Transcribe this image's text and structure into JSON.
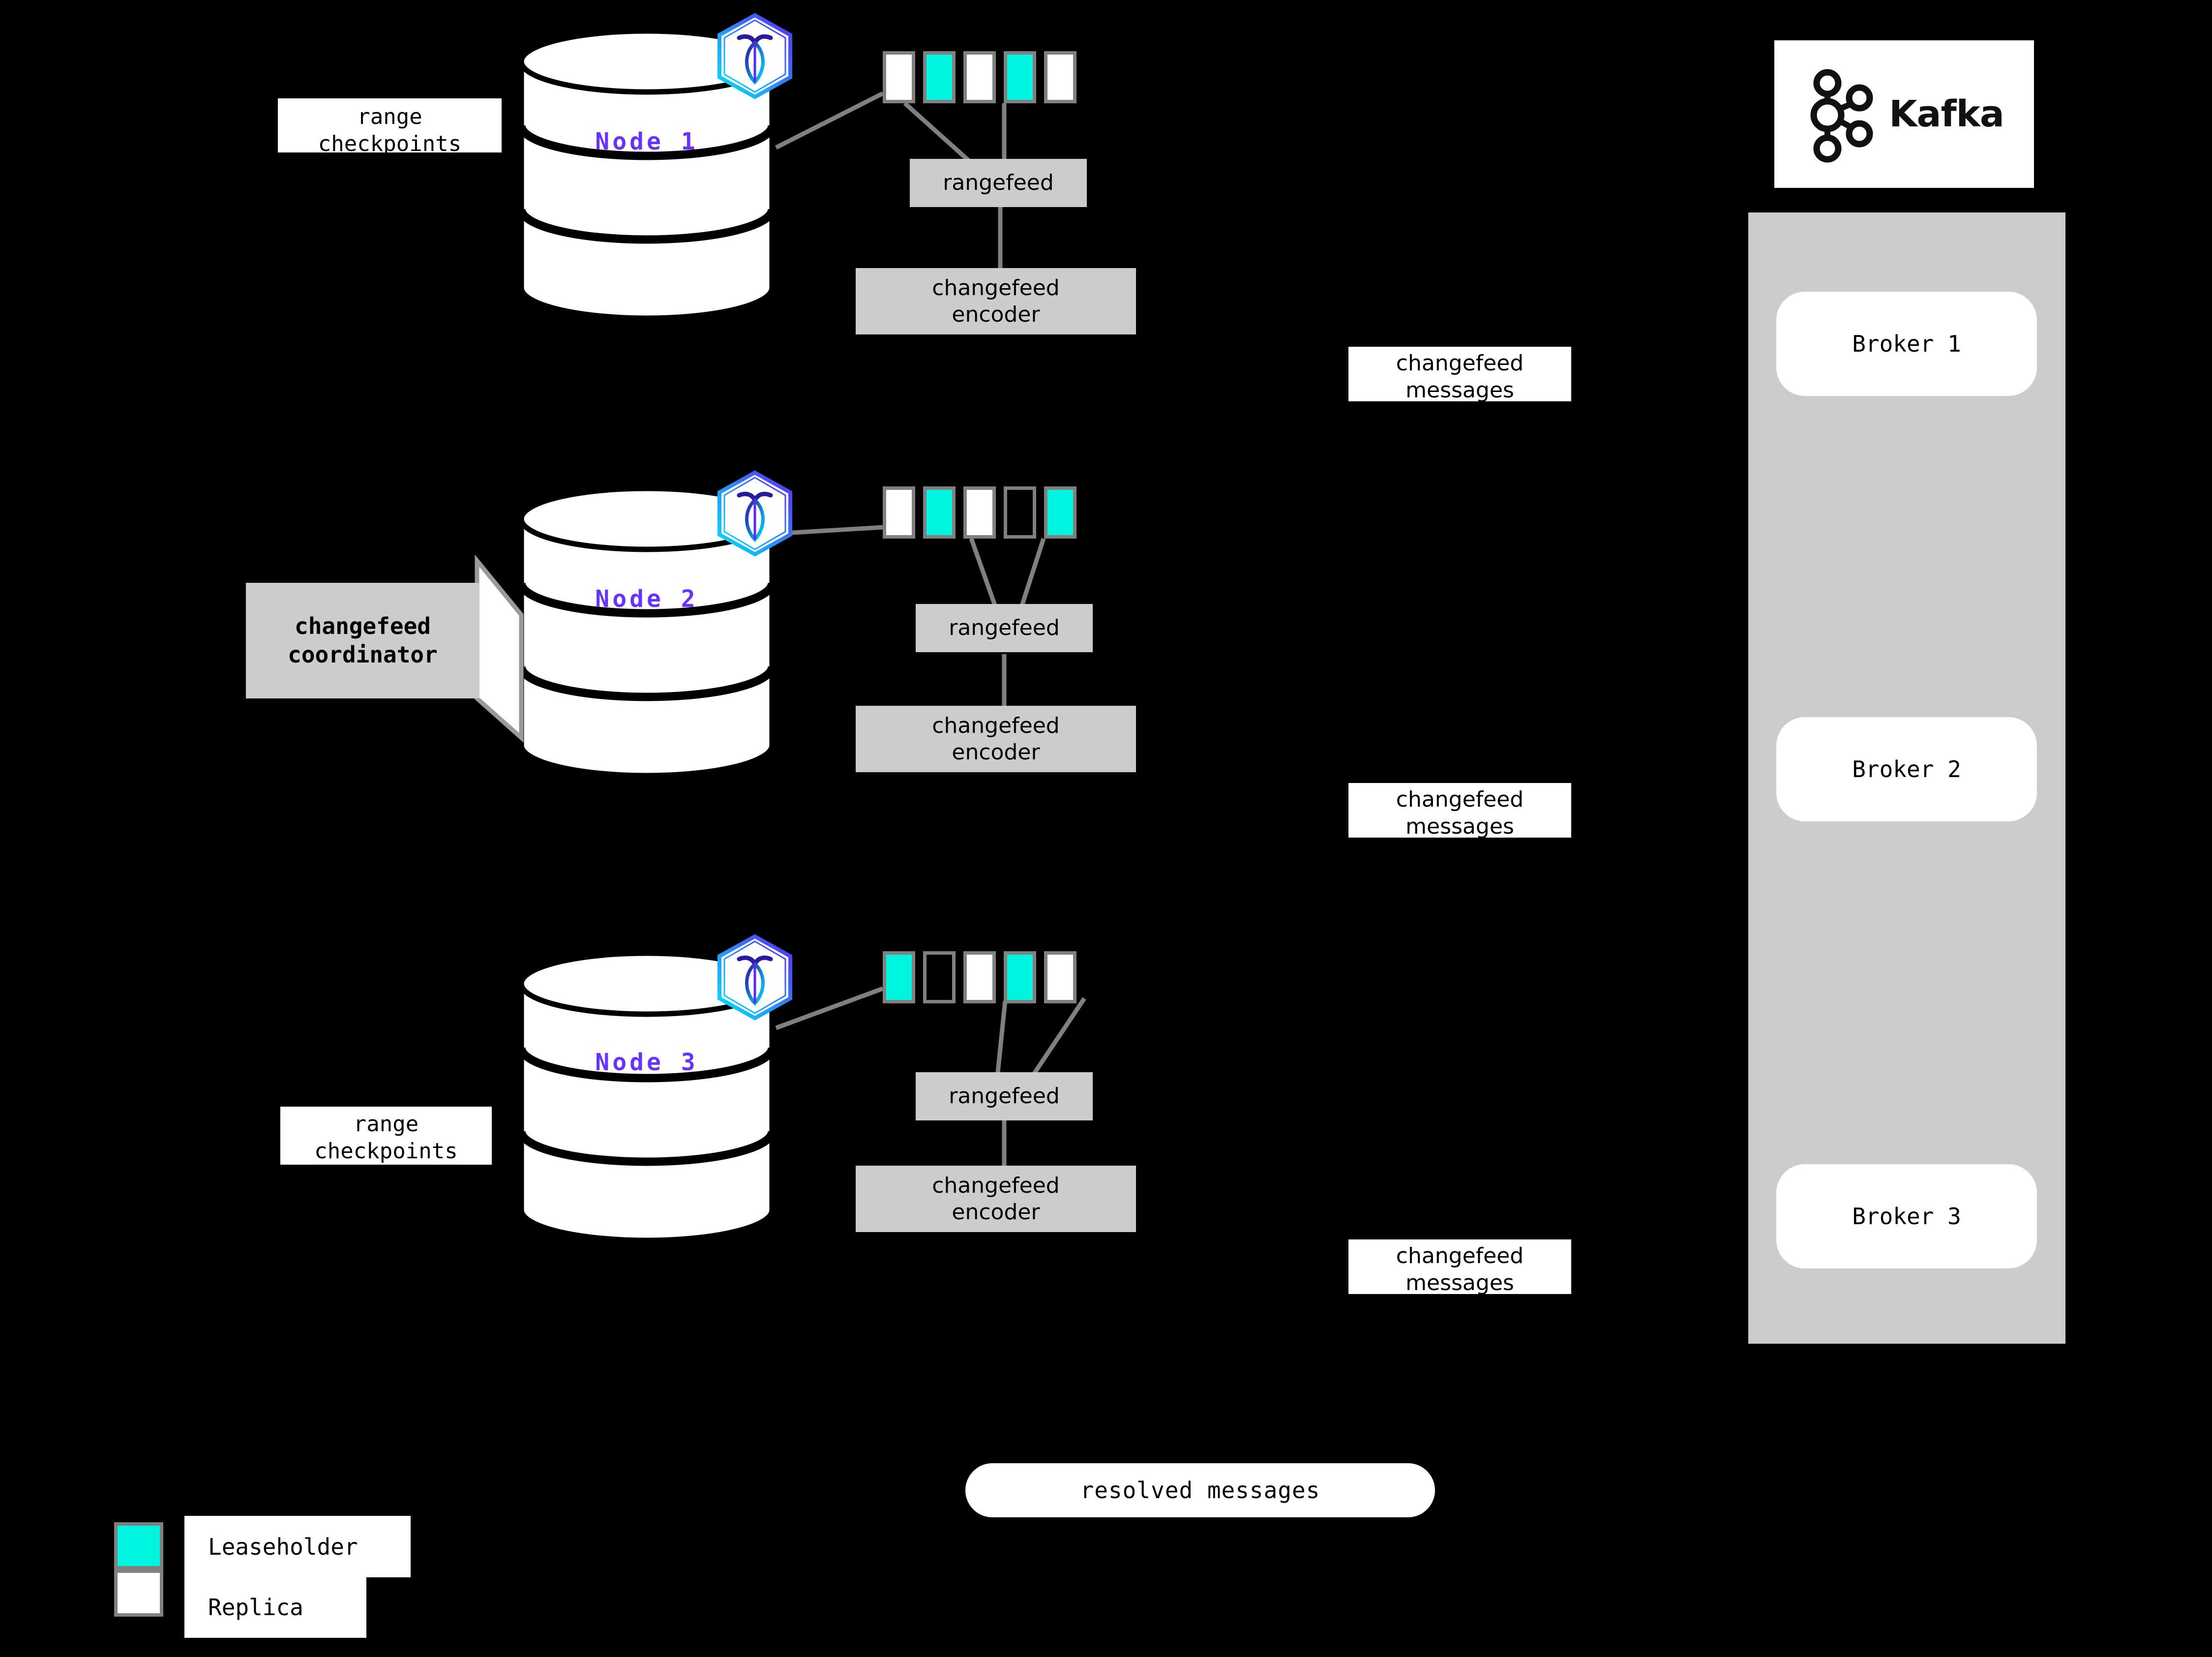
{
  "diagram": {
    "title": "CockroachDB changefeed to Kafka architecture",
    "background": "#000000",
    "accent_purple": "#6933ff",
    "leaseholder_color": "#00f5e0",
    "replica_color": "#ffffff",
    "process_box_color": "#cccccc",
    "range_border_color": "#808080"
  },
  "nodes": [
    {
      "label": "Node 1",
      "badge_icon": "cockroachdb-hex-icon",
      "ranges": [
        {
          "kind": "replica"
        },
        {
          "kind": "leaseholder"
        },
        {
          "kind": "replica"
        },
        {
          "kind": "leaseholder"
        },
        {
          "kind": "replica"
        }
      ],
      "rangefeed_label": "rangefeed",
      "encoder_label": "changefeed\nencoder",
      "encoder_line1": "changefeed",
      "encoder_line2": "encoder"
    },
    {
      "label": "Node 2",
      "badge_icon": "cockroachdb-hex-icon",
      "ranges": [
        {
          "kind": "replica"
        },
        {
          "kind": "leaseholder"
        },
        {
          "kind": "replica"
        },
        {
          "kind": "empty"
        },
        {
          "kind": "leaseholder"
        }
      ],
      "rangefeed_label": "rangefeed",
      "encoder_label": "changefeed\nencoder",
      "encoder_line1": "changefeed",
      "encoder_line2": "encoder"
    },
    {
      "label": "Node 3",
      "badge_icon": "cockroachdb-hex-icon",
      "ranges": [
        {
          "kind": "leaseholder"
        },
        {
          "kind": "empty"
        },
        {
          "kind": "replica"
        },
        {
          "kind": "leaseholder"
        },
        {
          "kind": "replica"
        }
      ],
      "rangefeed_label": "rangefeed",
      "encoder_label": "changefeed\nencoder",
      "encoder_line1": "changefeed",
      "encoder_line2": "encoder"
    }
  ],
  "annotations": {
    "range_checkpoints_top": {
      "line1": "range",
      "line2": "checkpoints"
    },
    "range_checkpoints_bottom": {
      "line1": "range",
      "line2": "checkpoints"
    },
    "changefeed_messages_1": {
      "line1": "changefeed",
      "line2": "messages"
    },
    "changefeed_messages_2": {
      "line1": "changefeed",
      "line2": "messages"
    },
    "changefeed_messages_3": {
      "line1": "changefeed",
      "line2": "messages"
    },
    "resolved_messages": "resolved messages"
  },
  "coordinator": {
    "line1": "changefeed",
    "line2": "coordinator"
  },
  "kafka": {
    "wordmark": "Kafka",
    "logo_icon": "kafka-node-graph-icon",
    "brokers": [
      {
        "label": "Broker 1"
      },
      {
        "label": "Broker 2"
      },
      {
        "label": "Broker 3"
      }
    ]
  },
  "legend": {
    "items": [
      {
        "label": "Leaseholder",
        "swatch": "leaseholder",
        "color": "#00f5e0"
      },
      {
        "label": "Replica",
        "swatch": "replica",
        "color": "#ffffff"
      }
    ]
  }
}
